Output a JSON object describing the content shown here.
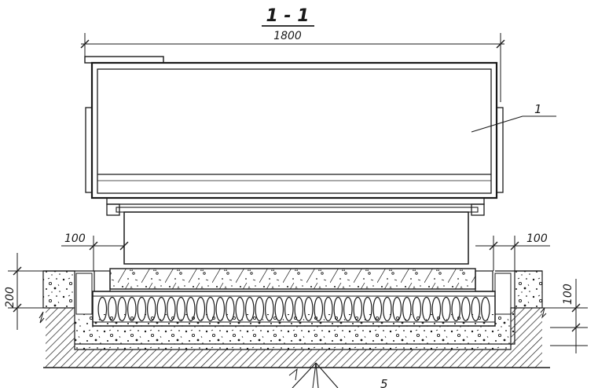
{
  "section": {
    "title": "1 - 1",
    "overall_width": "1800"
  },
  "dimensions": {
    "left_offset": "100",
    "right_offset": "100",
    "left_depth": "200",
    "right_depth": "100"
  },
  "callouts": {
    "item_1": "1",
    "item_5": "5"
  },
  "colors": {
    "ink": "#1a1a1a",
    "paper": "#ffffff"
  }
}
